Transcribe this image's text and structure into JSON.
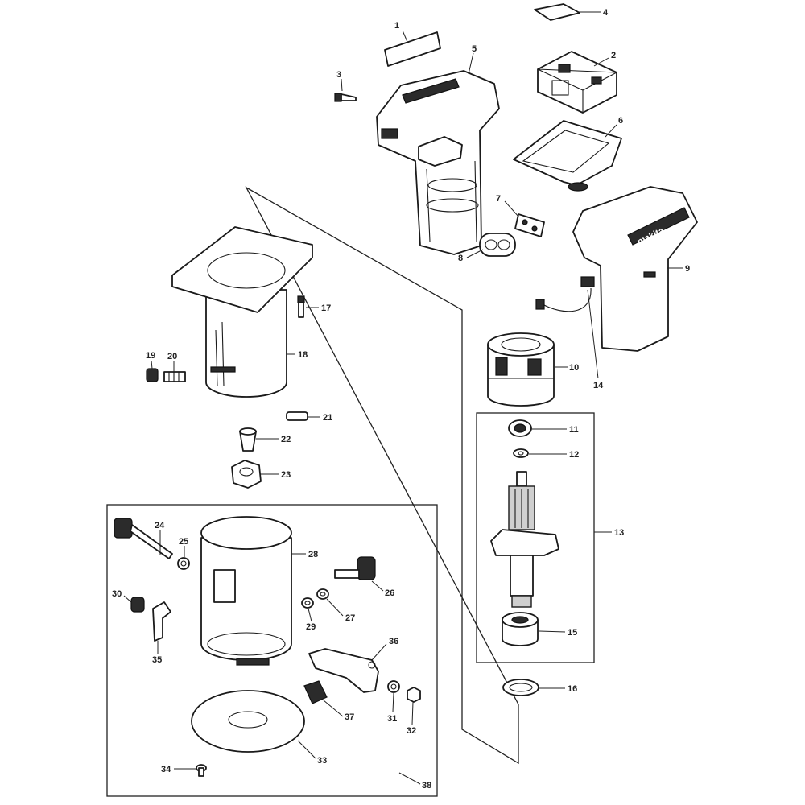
{
  "part_numbers": [
    "1",
    "2",
    "3",
    "4",
    "5",
    "6",
    "7",
    "8",
    "9",
    "10",
    "11",
    "12",
    "13",
    "14",
    "15",
    "16",
    "17",
    "18",
    "19",
    "20",
    "21",
    "22",
    "23",
    "24",
    "25",
    "26",
    "27",
    "28",
    "29",
    "30",
    "31",
    "32",
    "33",
    "34",
    "35",
    "36",
    "37",
    "38"
  ],
  "brand_mark": "makita",
  "colors": {
    "line": "#1a1a1a",
    "fill": "#ffffff",
    "dark_fill": "#2b2b2b",
    "label": "#222222"
  }
}
